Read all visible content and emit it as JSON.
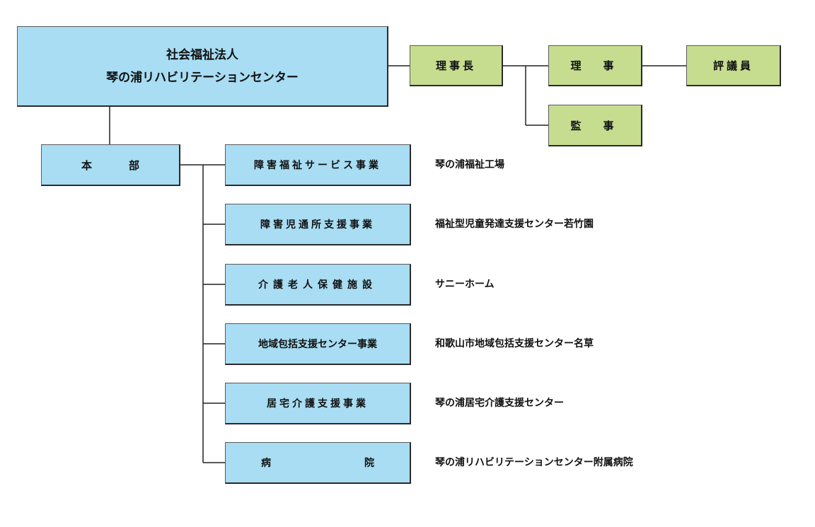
{
  "organization": {
    "type": "社会福祉法人",
    "name": "琴の浦リハビリテーションセンター"
  },
  "governance": {
    "chairman": "理事長",
    "director": "理　事",
    "councilor": "評議員",
    "auditor": "監　事"
  },
  "headquarters": {
    "label_left": "本",
    "label_right": "部"
  },
  "divisions": [
    {
      "business": "障害福祉サービス事業",
      "facility": "琴の浦福祉工場"
    },
    {
      "business": "障害児通所支援事業",
      "facility": "福祉型児童発達支援センター若竹園"
    },
    {
      "business": "介護老人保健施設",
      "facility": "サニーホーム"
    },
    {
      "business": "地域包括支援センター事業",
      "facility": "和歌山市地域包括支援センター名草"
    },
    {
      "business": "居宅介護支援事業",
      "facility": "琴の浦居宅介護支援センター"
    },
    {
      "business_left": "病",
      "business_right": "院",
      "facility": "琴の浦リハビリテーションセンター附属病院"
    }
  ],
  "colors": {
    "primary_box": "#a8ddf3",
    "governance_box": "#c6dd90",
    "line": "#222222"
  }
}
